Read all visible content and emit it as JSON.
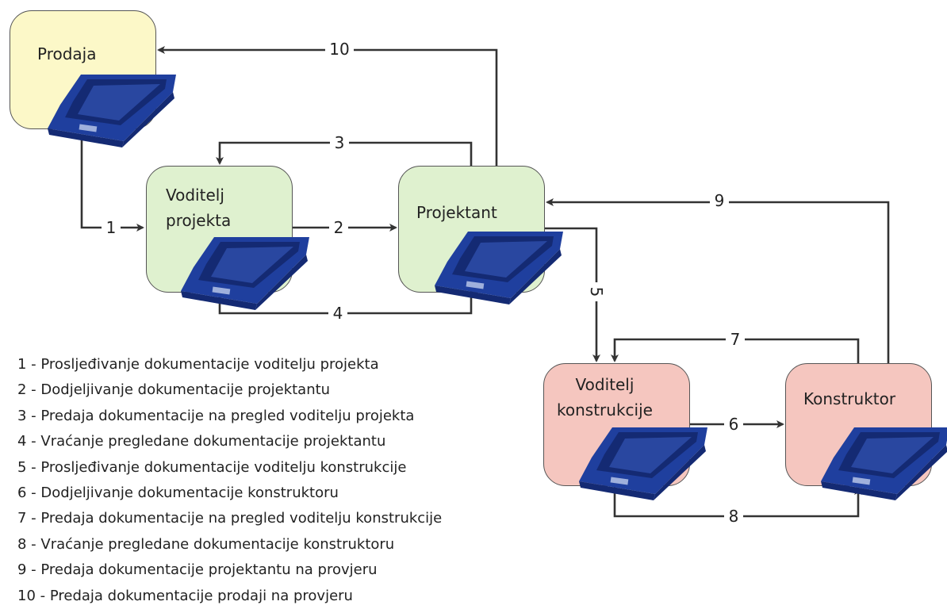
{
  "nodes": {
    "prodaja": {
      "label": [
        "Prodaja"
      ],
      "color": "#fcf8c8"
    },
    "voditelj_p": {
      "label": [
        "Voditelj",
        "projekta"
      ],
      "color": "#dff1cf"
    },
    "projektant": {
      "label": [
        "Projektant"
      ],
      "color": "#dff1cf"
    },
    "voditelj_k": {
      "label": [
        "Voditelj",
        "konstrukcije"
      ],
      "color": "#f5c6bf"
    },
    "konstruktor": {
      "label": [
        "Konstruktor"
      ],
      "color": "#f5c6bf"
    }
  },
  "edges": [
    {
      "id": "1",
      "from": "prodaja",
      "to": "voditelj_p",
      "label": "1"
    },
    {
      "id": "2",
      "from": "voditelj_p",
      "to": "projektant",
      "label": "2"
    },
    {
      "id": "3",
      "from": "projektant",
      "to": "voditelj_p",
      "label": "3"
    },
    {
      "id": "4",
      "from": "voditelj_p",
      "to": "projektant",
      "label": "4"
    },
    {
      "id": "5",
      "from": "projektant",
      "to": "voditelj_k",
      "label": "5"
    },
    {
      "id": "6",
      "from": "voditelj_k",
      "to": "konstruktor",
      "label": "6"
    },
    {
      "id": "7",
      "from": "konstruktor",
      "to": "voditelj_k",
      "label": "7"
    },
    {
      "id": "8",
      "from": "voditelj_k",
      "to": "konstruktor",
      "label": "8"
    },
    {
      "id": "9",
      "from": "konstruktor",
      "to": "projektant",
      "label": "9"
    },
    {
      "id": "10",
      "from": "projektant",
      "to": "prodaja",
      "label": "10"
    }
  ],
  "legend": [
    "1 - Prosljeđivanje dokumentacije voditelju projekta",
    "2 - Dodjeljivanje dokumentacije projektantu",
    "3 - Predaja dokumentacije na pregled voditelju projekta",
    "4 - Vraćanje pregledane dokumentacije projektantu",
    "5 - Prosljeđivanje dokumentacije voditelju konstrukcije",
    "6 - Dodjeljivanje dokumentacije konstruktoru",
    "7 - Predaja dokumentacije na pregled voditelju konstrukcije",
    "8 - Vraćanje pregledane dokumentacije konstruktoru",
    "9 - Predaja dokumentacije projektantu na provjeru",
    "10 - Predaja dokumentacije prodaji na provjeru"
  ],
  "colors": {
    "arrow": "#333333",
    "tray": "#1f3f9e",
    "tray_dark": "#142a73",
    "tray_light": "#3a5fc4"
  },
  "icons": {
    "tray": "document-tray-icon"
  }
}
